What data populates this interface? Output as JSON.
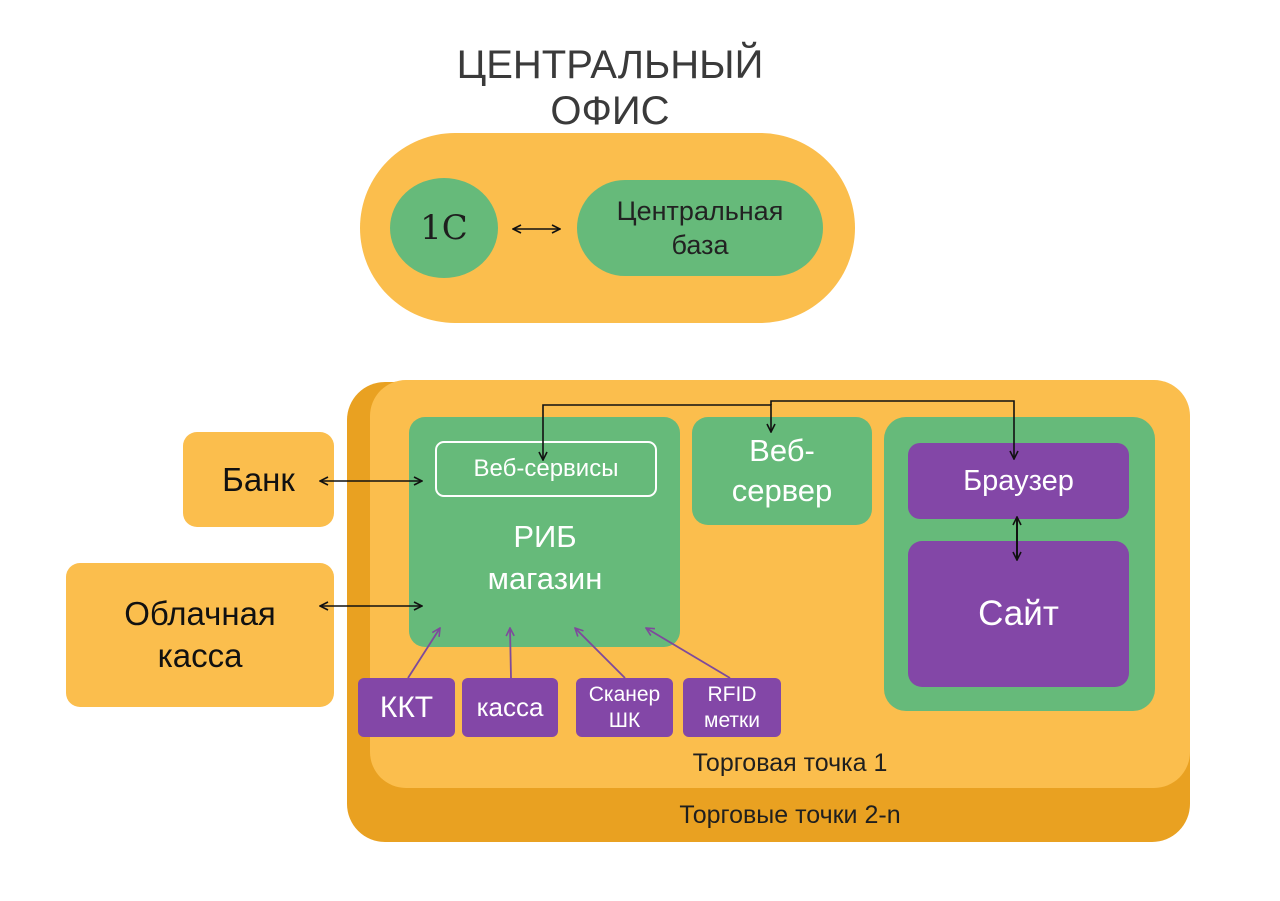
{
  "central_office": {
    "title": "ЦЕНТРАЛЬНЫЙ\nОФИС",
    "node_1c": "1C",
    "central_db": "Центральная\nбаза"
  },
  "external": {
    "bank": "Банк",
    "cloud_cashier": "Облачная\nкасса"
  },
  "store": {
    "outlet_1_label": "Торговая точка 1",
    "outlets_2n_label": "Торговые точки 2-n",
    "rib": {
      "web_services": "Веб-сервисы",
      "title": "РИБ\nмагазин"
    },
    "web_server": "Веб-\nсервер",
    "browser": "Браузер",
    "site": "Сайт",
    "devices": {
      "kkt": "ККТ",
      "register": "касса",
      "scanner": "Сканер\nШК",
      "rfid": "RFID\nметки"
    }
  },
  "colors": {
    "yellow": "#fbbe4d",
    "dark_yellow": "#e9a121",
    "green": "#66ba7a",
    "purple": "#8347a7",
    "text_dark": "#333333"
  }
}
